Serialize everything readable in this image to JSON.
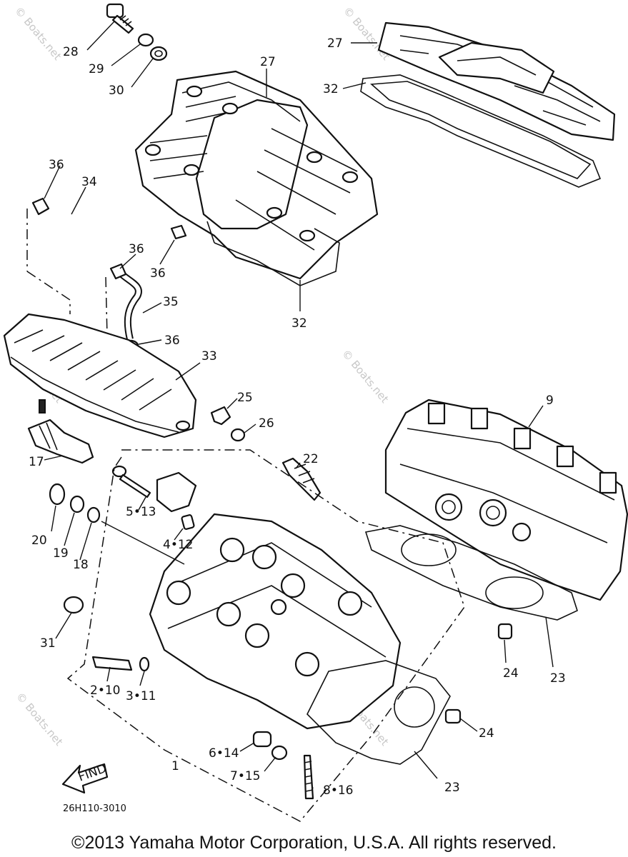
{
  "watermark": "© Boats.net",
  "copyright": "©2013 Yamaha Motor Corporation, U.S.A. All rights reserved.",
  "drawing_code": "26H110-3010",
  "find_arrow_label": "FIND",
  "callouts": {
    "c28": "28",
    "c29": "29",
    "c30": "30",
    "c27a": "27",
    "c27b": "27",
    "c32a": "32",
    "c32b": "32",
    "c36a": "36",
    "c36b": "36",
    "c36c": "36",
    "c36d": "36",
    "c34": "34",
    "c35": "35",
    "c33": "33",
    "c25": "25",
    "c26": "26",
    "c22": "22",
    "c9": "9",
    "c17": "17",
    "c5": "5•13",
    "c4": "4•12",
    "c20": "20",
    "c19": "19",
    "c18": "18",
    "c31": "31",
    "c2": "2•10",
    "c3": "3•11",
    "c1": "1",
    "c6": "6•14",
    "c7": "7•15",
    "c8": "8•16",
    "c24a": "24",
    "c24b": "24",
    "c23a": "23",
    "c23b": "23"
  }
}
